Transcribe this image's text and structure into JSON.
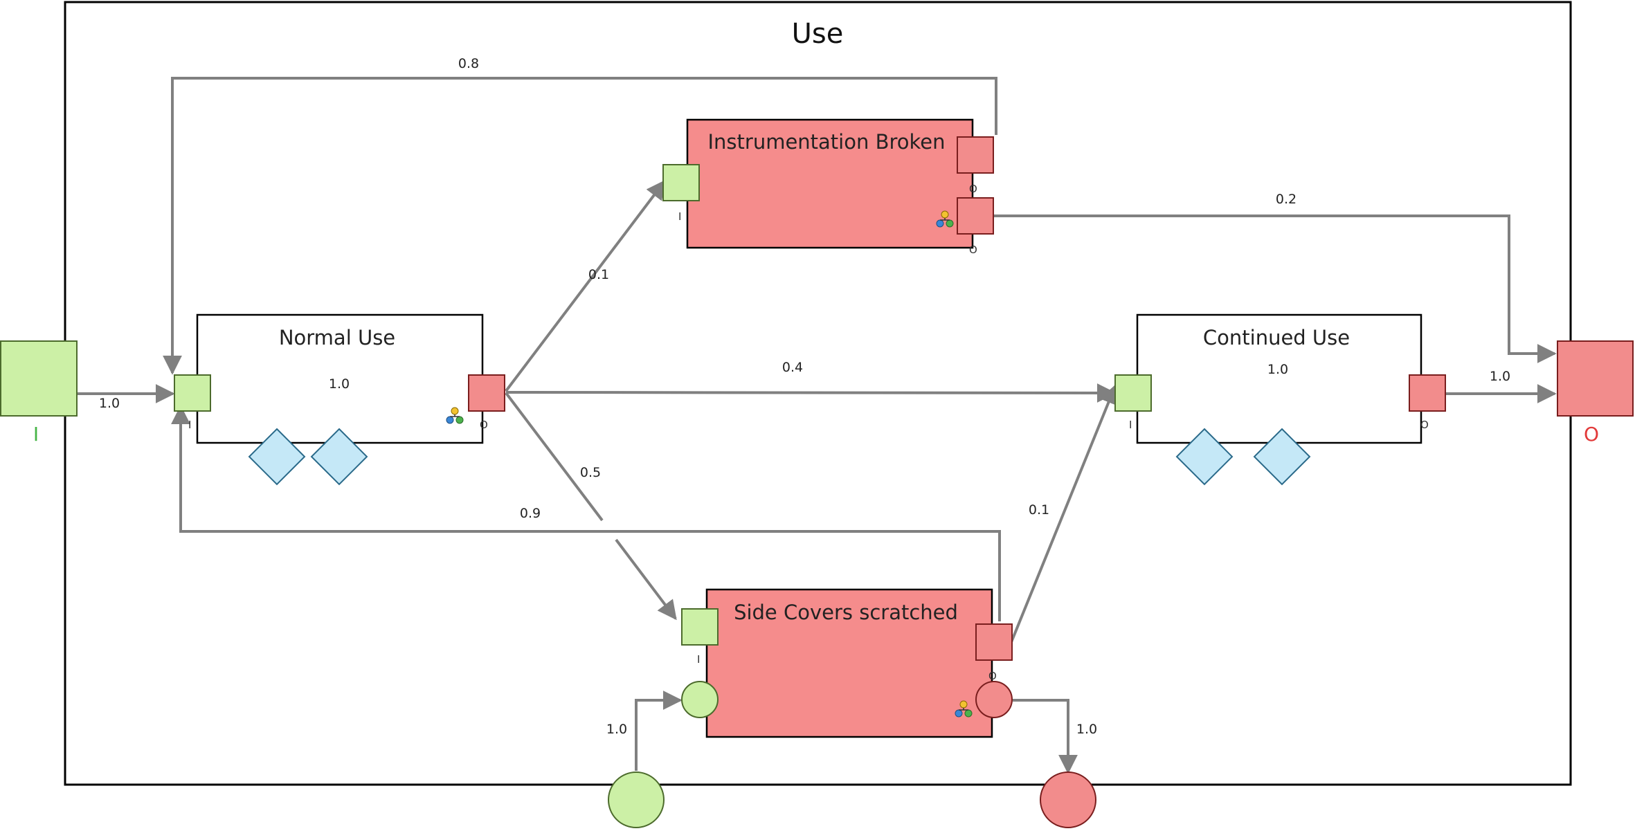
{
  "diagram": {
    "title": "Use",
    "colors": {
      "input_fill": "#ccf0a6",
      "input_stroke": "#4c6b2c",
      "output_fill": "#f28c8c",
      "output_stroke": "#7a1e1e",
      "state_fill": "#f58c8c",
      "decision_fill": "#c5e8f7",
      "decision_stroke": "#2a6a8a",
      "edge": "#808080",
      "frame": "#000000"
    },
    "outer_ports": {
      "input_label": "I",
      "output_label": "O",
      "input_label_color": "#46b446",
      "output_label_color": "#e23a3a"
    },
    "nodes": {
      "normal_use": {
        "title": "Normal Use",
        "inner_prob": "1.0"
      },
      "continued_use": {
        "title": "Continued Use",
        "inner_prob": "1.0"
      },
      "instrumentation_broken": {
        "title": "Instrumentation Broken"
      },
      "side_covers_scratched": {
        "title": "Side Covers scratched"
      }
    },
    "port_tags": {
      "in": "I",
      "out": "O"
    },
    "edges": {
      "input_to_normal": "1.0",
      "broken_to_normal": "0.8",
      "normal_to_broken": "0.1",
      "normal_to_continued": "0.4",
      "normal_to_scratched": "0.5",
      "scratched_to_normal": "0.9",
      "scratched_to_continued": "0.1",
      "broken_to_output": "0.2",
      "continued_to_output": "1.0",
      "event_in": "1.0",
      "event_out": "1.0"
    }
  }
}
